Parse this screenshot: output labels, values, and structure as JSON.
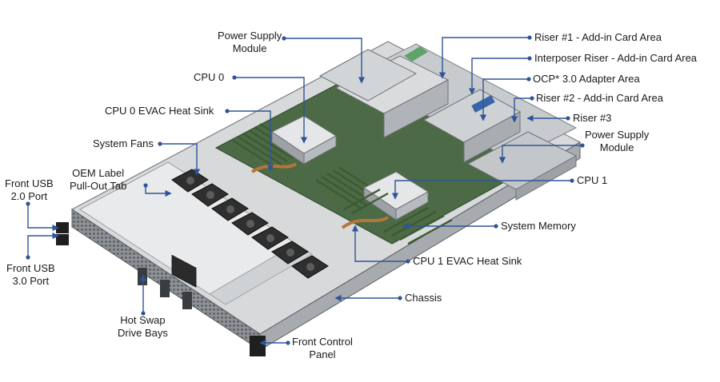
{
  "colors": {
    "callout": "#2e5597",
    "chassis": "#b9bcc0",
    "chassis_dark": "#6f7377",
    "memory": "#5c7a4a",
    "pcb": "#3f5a3b",
    "fan": "#2b2b2b"
  },
  "labels": {
    "power_supply_module_top": [
      "Power Supply",
      "Module"
    ],
    "cpu0": "CPU 0",
    "cpu0_heatsink": "CPU 0 EVAC Heat Sink",
    "system_fans": "System Fans",
    "oem_label": [
      "OEM Label",
      "Pull-Out Tab"
    ],
    "front_usb2": [
      "Front USB",
      "2.0 Port"
    ],
    "front_usb3": [
      "Front USB",
      "3.0 Port"
    ],
    "hot_swap": [
      "Hot Swap",
      "Drive Bays"
    ],
    "front_control": [
      "Front Control",
      "Panel"
    ],
    "chassis": "Chassis",
    "cpu1_heatsink": "CPU 1 EVAC Heat Sink",
    "system_memory": "System Memory",
    "cpu1": "CPU 1",
    "power_supply_module_right": [
      "Power Supply",
      "Module"
    ],
    "riser3": "Riser #3",
    "riser2": "Riser #2 -  Add-in Card Area",
    "ocp": "OCP* 3.0 Adapter Area",
    "interposer": "Interposer Riser -  Add-in Card Area",
    "riser1": "Riser #1 -  Add-in Card Area"
  }
}
